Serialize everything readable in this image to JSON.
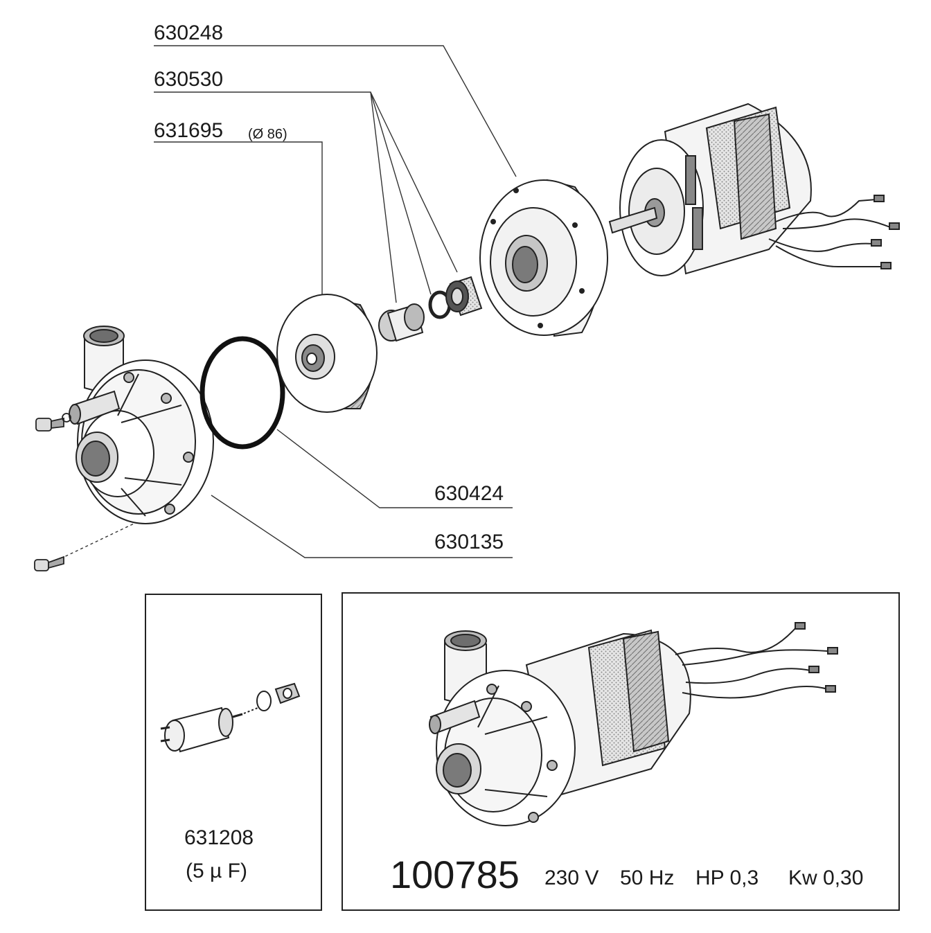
{
  "part_numbers": {
    "motor_flange": "630248",
    "seal_set": "630530",
    "impeller": "631695",
    "impeller_note": "(Ø 86)",
    "o_ring": "630424",
    "pump_housing": "630135"
  },
  "capacitor": {
    "part_number": "631208",
    "rating": "(5 µ F)"
  },
  "complete_pump": {
    "part_number": "100785",
    "voltage": "230 V",
    "frequency": "50 Hz",
    "horsepower": "HP 0,3",
    "power": "Kw 0,30"
  },
  "colors": {
    "line": "#222222",
    "shade": "#8a8a8a",
    "light_shade": "#d4d4d4"
  }
}
